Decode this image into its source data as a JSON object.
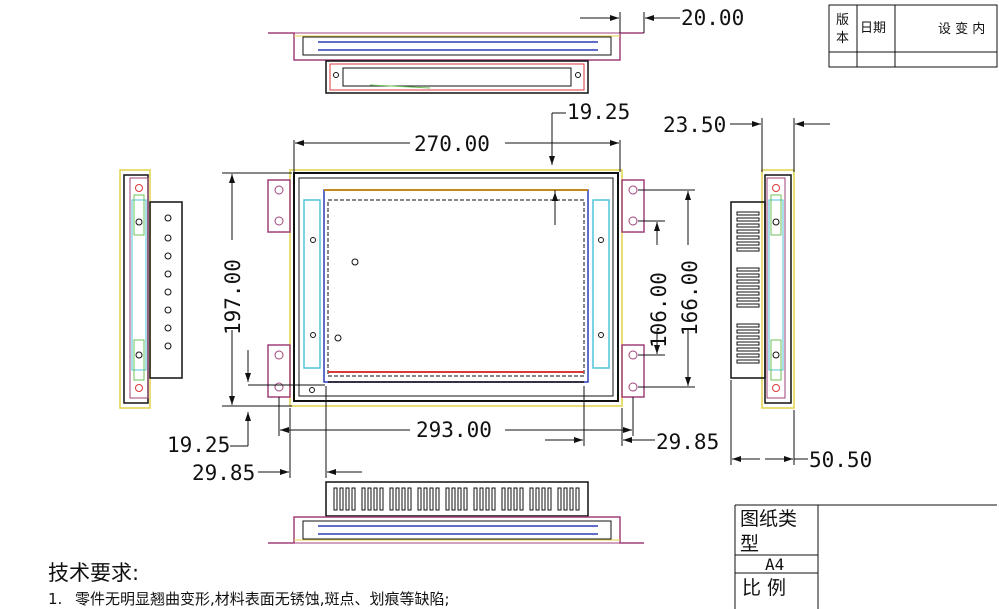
{
  "dimensions": {
    "top_offset": "20.00",
    "top_small": "19.25",
    "width_outer": "270.00",
    "height_outer": "197.00",
    "hole_inner": "106.00",
    "hole_outer": "166.00",
    "bottom_width": "293.00",
    "left_small": "19.25",
    "left_offset": "29.85",
    "right_offset": "29.85",
    "side_top": "23.50",
    "side_depth": "50.50"
  },
  "title_block_top": {
    "version": "版本",
    "date": "日期",
    "change": "设 变 内"
  },
  "title_block_bottom": {
    "drawing_type": "图纸类型",
    "paper": "A4",
    "scale_label": "比 例"
  },
  "tech_requirements": {
    "heading": "技术要求:",
    "item1_no": "1.",
    "item1_text": "零件无明显翘曲变形,材料表面无锈蚀,斑点、划痕等缺陷;"
  }
}
